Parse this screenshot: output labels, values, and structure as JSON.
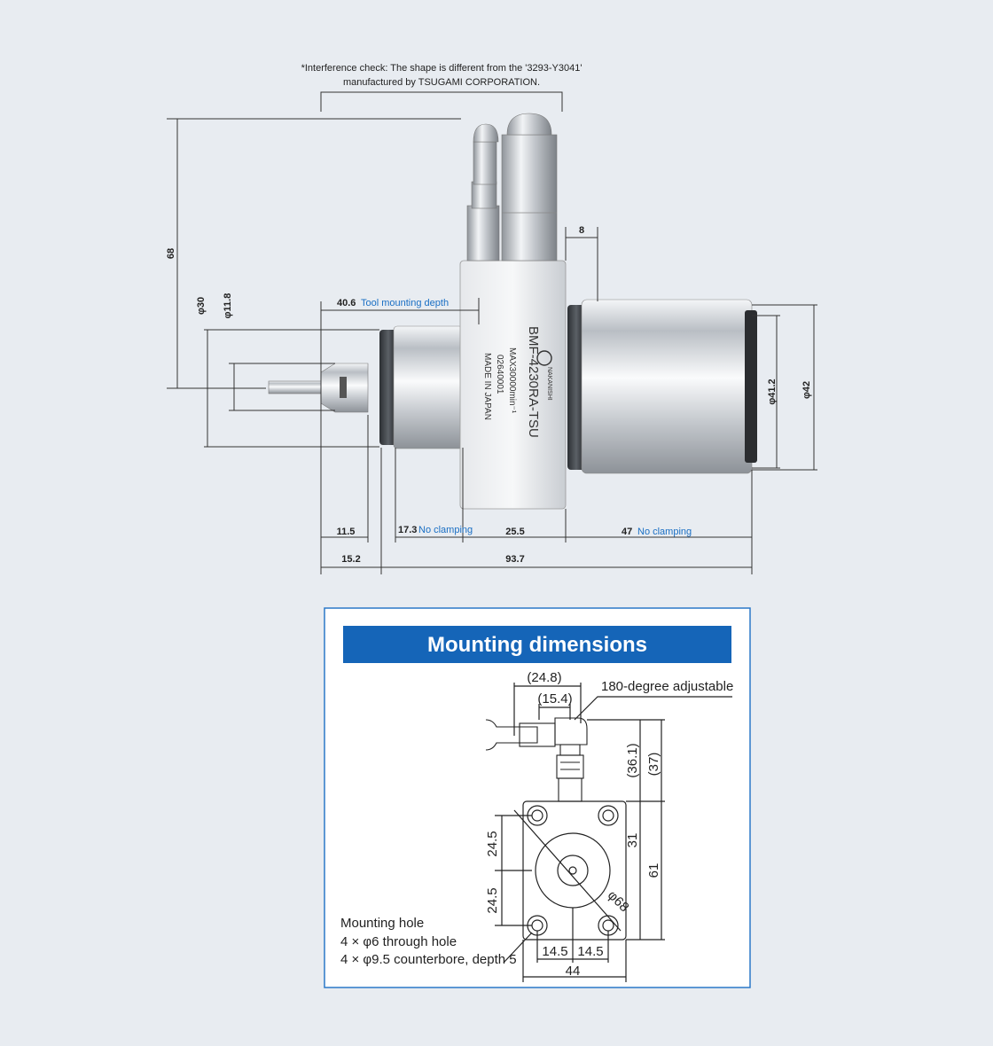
{
  "note": {
    "line1": "*Interference check: The shape is different from the '3293-Y3041'",
    "line2": "manufactured by TSUGAMI CORPORATION."
  },
  "engraving": {
    "brand": "NAKANISHI",
    "model": "BMF-4230RA-TSU",
    "speed": "MAX30000min⁻¹",
    "serial": "02640001",
    "origin": "MADE IN JAPAN"
  },
  "dimensions": {
    "total_height": "68",
    "phi30": "φ30",
    "phi11_8": "φ11.8",
    "tool_depth_value": "40.6",
    "tool_depth_label": "Tool mounting depth",
    "d8": "8",
    "phi41_2": "φ41.2",
    "phi42": "φ42",
    "d11_5": "11.5",
    "d17_3": "17.3",
    "no_clamping_a": "No clamping",
    "d25_5": "25.5",
    "d47": "47",
    "no_clamping_b": "No clamping",
    "d15_2": "15.2",
    "d93_7": "93.7"
  },
  "panel": {
    "title": "Mounting dimensions",
    "d24_8": "(24.8)",
    "d15_4": "(15.4)",
    "adjustable": "180-degree adjustable",
    "d36_1": "(36.1)",
    "d37": "(37)",
    "d24_5a": "24.5",
    "d31": "31",
    "d61": "61",
    "d24_5b": "24.5",
    "phi68": "φ68",
    "mounting_hole": "Mounting hole",
    "through_hole": "4 × φ6 through hole",
    "counterbore": "4 × φ9.5 counterbore, depth 5",
    "d14_5a": "14.5",
    "d14_5b": "14.5",
    "d44": "44"
  },
  "colors": {
    "background": "#e8ecf1",
    "panel_border": "#2a78c8",
    "title_bar": "#1565b8",
    "accent_blue": "#1a6fc4"
  }
}
